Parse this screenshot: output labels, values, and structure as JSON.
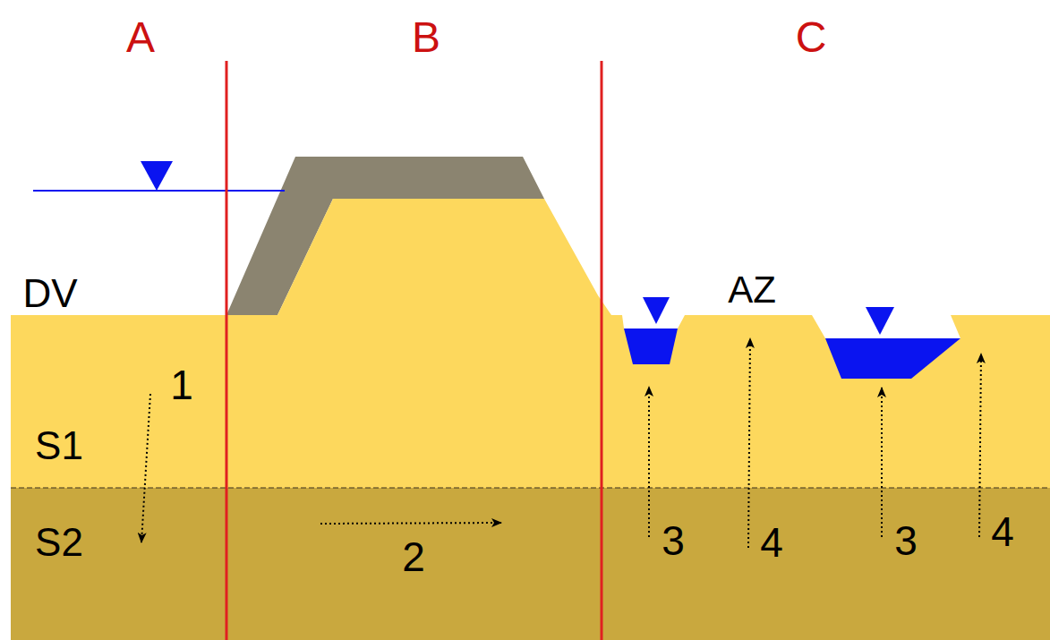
{
  "diagram": {
    "labels": [
      "A",
      "B",
      "C",
      "DV",
      "AZ",
      "S1",
      "S2",
      "1",
      "2",
      "3",
      "4",
      "3",
      "4"
    ]
  }
}
